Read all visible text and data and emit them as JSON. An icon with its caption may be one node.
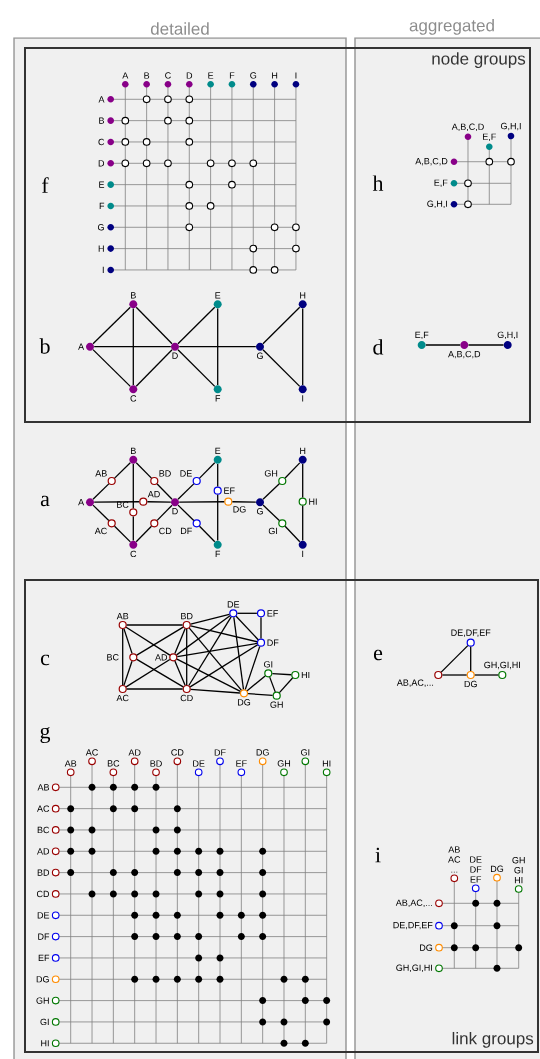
{
  "diagram": {
    "nodes": [
      {
        "text": [
          "node groups"
        ]
      },
      {
        "text": [
          "link groups"
        ]
      },
      {
        "text": [
          "A"
        ],
        "in": 0
      },
      {
        "text": [
          "B"
        ],
        "in": 0
      },
      {
        "text": [
          "C"
        ],
        "in": 0
      },
      {
        "text": [
          "D"
        ],
        "in": 0
      },
      {
        "text": [
          "E"
        ],
        "in": 0
      },
      {
        "text": [
          "F"
        ],
        "in": 0
      },
      {
        "text": [
          "G"
        ],
        "in": 0
      },
      {
        "text": [
          "H"
        ],
        "in": 0
      },
      {
        "text": [
          "I"
        ],
        "in": 0
      },
      {
        "text": [
          "A"
        ]
      },
      {
        "text": [
          "B"
        ]
      },
      {
        "text": [
          "C"
        ]
      },
      {
        "text": [
          "D"
        ]
      },
      {
        "text": [
          "E"
        ]
      },
      {
        "text": [
          "F"
        ]
      },
      {
        "text": [
          "G"
        ]
      },
      {
        "text": [
          "H"
        ]
      },
      {
        "text": [
          "I"
        ]
      },
      {
        "text": [
          "AB"
        ]
      },
      {
        "text": [
          "AC"
        ]
      },
      {
        "text": [
          "BC"
        ]
      },
      {
        "text": [
          "AD"
        ]
      },
      {
        "text": [
          "BD"
        ]
      },
      {
        "text": [
          "CD"
        ]
      },
      {
        "text": [
          "DE"
        ]
      },
      {
        "text": [
          "DF"
        ]
      },
      {
        "text": [
          "EF"
        ]
      },
      {
        "text": [
          "DG"
        ]
      },
      {
        "text": [
          "GH"
        ]
      },
      {
        "text": [
          "GI"
        ]
      },
      {
        "text": [
          "HI"
        ]
      },
      {
        "text": [
          "AB"
        ],
        "in": 1
      },
      {
        "text": [
          "AC"
        ],
        "in": 1
      },
      {
        "text": [
          "BC"
        ],
        "in": 1
      },
      {
        "text": [
          "AD"
        ],
        "in": 1
      },
      {
        "text": [
          "BD"
        ],
        "in": 1
      },
      {
        "text": [
          "CD"
        ],
        "in": 1
      },
      {
        "text": [
          "DE"
        ],
        "in": 1
      },
      {
        "text": [
          "DF"
        ],
        "in": 1
      },
      {
        "text": [
          "EF"
        ],
        "in": 1
      },
      {
        "text": [
          "DG"
        ],
        "in": 1
      },
      {
        "text": [
          "GH"
        ],
        "in": 1
      },
      {
        "text": [
          "GI"
        ],
        "in": 1
      },
      {
        "text": [
          "HI"
        ],
        "in": 1
      },
      {
        "text": [
          "A,B,C,D"
        ],
        "in": 0
      },
      {
        "text": [
          "E,F"
        ],
        "in": 0
      },
      {
        "text": [
          "G,H,I"
        ],
        "in": 0
      },
      {
        "text": [
          "AB,AC,..."
        ],
        "in": 1
      },
      {
        "text": [
          "DE,DF,EF"
        ],
        "in": 1
      },
      {
        "text": [
          "DG"
        ],
        "in": 1
      },
      {
        "text": [
          "GH,GI,HI"
        ],
        "in": 1
      }
    ],
    "edges": [
      {
        "from": 2,
        "to": 3,
        "arrow": "none"
      },
      {
        "from": 2,
        "to": 4,
        "arrow": "none"
      },
      {
        "from": 3,
        "to": 4,
        "arrow": "none"
      },
      {
        "from": 2,
        "to": 5,
        "arrow": "none"
      },
      {
        "from": 3,
        "to": 5,
        "arrow": "none"
      },
      {
        "from": 4,
        "to": 5,
        "arrow": "none"
      },
      {
        "from": 5,
        "to": 6,
        "arrow": "none"
      },
      {
        "from": 5,
        "to": 7,
        "arrow": "none"
      },
      {
        "from": 6,
        "to": 7,
        "arrow": "none"
      },
      {
        "from": 5,
        "to": 8,
        "arrow": "none"
      },
      {
        "from": 8,
        "to": 9,
        "arrow": "none"
      },
      {
        "from": 8,
        "to": 10,
        "arrow": "none"
      },
      {
        "from": 9,
        "to": 10,
        "arrow": "none"
      },
      {
        "from": 11,
        "to": 20,
        "arrow": "none"
      },
      {
        "from": 20,
        "to": 12,
        "arrow": "none"
      },
      {
        "from": 11,
        "to": 21,
        "arrow": "none"
      },
      {
        "from": 21,
        "to": 13,
        "arrow": "none"
      },
      {
        "from": 12,
        "to": 22,
        "arrow": "none"
      },
      {
        "from": 22,
        "to": 13,
        "arrow": "none"
      },
      {
        "from": 11,
        "to": 23,
        "arrow": "none"
      },
      {
        "from": 23,
        "to": 14,
        "arrow": "none"
      },
      {
        "from": 12,
        "to": 24,
        "arrow": "none"
      },
      {
        "from": 24,
        "to": 14,
        "arrow": "none"
      },
      {
        "from": 13,
        "to": 25,
        "arrow": "none"
      },
      {
        "from": 25,
        "to": 14,
        "arrow": "none"
      },
      {
        "from": 14,
        "to": 26,
        "arrow": "none"
      },
      {
        "from": 26,
        "to": 15,
        "arrow": "none"
      },
      {
        "from": 14,
        "to": 27,
        "arrow": "none"
      },
      {
        "from": 27,
        "to": 16,
        "arrow": "none"
      },
      {
        "from": 15,
        "to": 28,
        "arrow": "none"
      },
      {
        "from": 28,
        "to": 16,
        "arrow": "none"
      },
      {
        "from": 14,
        "to": 29,
        "arrow": "none"
      },
      {
        "from": 29,
        "to": 17,
        "arrow": "none"
      },
      {
        "from": 17,
        "to": 30,
        "arrow": "none"
      },
      {
        "from": 30,
        "to": 18,
        "arrow": "none"
      },
      {
        "from": 17,
        "to": 31,
        "arrow": "none"
      },
      {
        "from": 31,
        "to": 19,
        "arrow": "none"
      },
      {
        "from": 18,
        "to": 32,
        "arrow": "none"
      },
      {
        "from": 32,
        "to": 19,
        "arrow": "none"
      },
      {
        "from": 33,
        "to": 34,
        "arrow": "none"
      },
      {
        "from": 33,
        "to": 35,
        "arrow": "none"
      },
      {
        "from": 33,
        "to": 36,
        "arrow": "none"
      },
      {
        "from": 33,
        "to": 37,
        "arrow": "none"
      },
      {
        "from": 34,
        "to": 35,
        "arrow": "none"
      },
      {
        "from": 34,
        "to": 36,
        "arrow": "none"
      },
      {
        "from": 34,
        "to": 38,
        "arrow": "none"
      },
      {
        "from": 35,
        "to": 37,
        "arrow": "none"
      },
      {
        "from": 35,
        "to": 38,
        "arrow": "none"
      },
      {
        "from": 36,
        "to": 37,
        "arrow": "none"
      },
      {
        "from": 36,
        "to": 38,
        "arrow": "none"
      },
      {
        "from": 36,
        "to": 39,
        "arrow": "none"
      },
      {
        "from": 36,
        "to": 40,
        "arrow": "none"
      },
      {
        "from": 36,
        "to": 42,
        "arrow": "none"
      },
      {
        "from": 37,
        "to": 38,
        "arrow": "none"
      },
      {
        "from": 37,
        "to": 39,
        "arrow": "none"
      },
      {
        "from": 37,
        "to": 40,
        "arrow": "none"
      },
      {
        "from": 37,
        "to": 42,
        "arrow": "none"
      },
      {
        "from": 38,
        "to": 39,
        "arrow": "none"
      },
      {
        "from": 38,
        "to": 40,
        "arrow": "none"
      },
      {
        "from": 38,
        "to": 42,
        "arrow": "none"
      },
      {
        "from": 39,
        "to": 40,
        "arrow": "none"
      },
      {
        "from": 39,
        "to": 41,
        "arrow": "none"
      },
      {
        "from": 39,
        "to": 42,
        "arrow": "none"
      },
      {
        "from": 40,
        "to": 41,
        "arrow": "none"
      },
      {
        "from": 40,
        "to": 42,
        "arrow": "none"
      },
      {
        "from": 42,
        "to": 43,
        "arrow": "none"
      },
      {
        "from": 42,
        "to": 44,
        "arrow": "none"
      },
      {
        "from": 43,
        "to": 44,
        "arrow": "none"
      },
      {
        "from": 43,
        "to": 45,
        "arrow": "none"
      },
      {
        "from": 44,
        "to": 45,
        "arrow": "none"
      },
      {
        "from": 47,
        "to": 46,
        "arrow": "none"
      },
      {
        "from": 46,
        "to": 48,
        "arrow": "none"
      },
      {
        "from": 49,
        "to": 50,
        "arrow": "none"
      },
      {
        "from": 49,
        "to": 51,
        "arrow": "none"
      },
      {
        "from": 50,
        "to": 51,
        "arrow": "none"
      },
      {
        "from": 51,
        "to": 52,
        "arrow": "none"
      }
    ],
    "labels": [
      "detailed",
      "aggregated",
      "f",
      "A",
      "B",
      "C",
      "D",
      "E",
      "F",
      "G",
      "H",
      "I",
      "A",
      "B",
      "C",
      "D",
      "E",
      "F",
      "G",
      "H",
      "I",
      "b",
      "a",
      "c",
      "g",
      "AB",
      "AC",
      "BC",
      "AD",
      "BD",
      "CD",
      "DE",
      "DF",
      "EF",
      "DG",
      "GH",
      "GI",
      "HI",
      "AB",
      "AC",
      "BC",
      "AD",
      "BD",
      "CD",
      "DE",
      "DF",
      "EF",
      "DG",
      "GH",
      "GI",
      "HI",
      "h",
      "A,B,C,D",
      "E,F",
      "G,H,I",
      "A,B,C,D",
      "E,F",
      "G,H,I",
      "d",
      "e",
      "i",
      "AB AC ...",
      "DE DF EF",
      "DG",
      "GH GI HI",
      "AB,AC,...",
      "DE,DF,EF",
      "DG",
      "GH,GI,HI"
    ]
  }
}
